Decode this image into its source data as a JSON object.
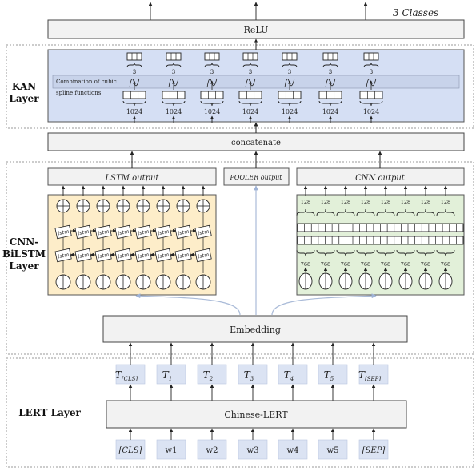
{
  "classes_label": "3 Classes",
  "relu_label": "ReLU",
  "concatenate_label": "concatenate",
  "kan_layer": {
    "title_line1": "KAN",
    "title_line2": "Layer",
    "note_line1": "Combination of cubic",
    "note_line2": "spline functions",
    "units": [
      {
        "dim_in": "1024",
        "dim_out": "3"
      },
      {
        "dim_in": "1024",
        "dim_out": "3"
      },
      {
        "dim_in": "1024",
        "dim_out": "3"
      },
      {
        "dim_in": "1024",
        "dim_out": "3"
      },
      {
        "dim_in": "1024",
        "dim_out": "3"
      },
      {
        "dim_in": "1024",
        "dim_out": "3"
      },
      {
        "dim_in": "1024",
        "dim_out": "3"
      }
    ]
  },
  "cnn_bilstm_layer": {
    "title_line1": "CNN-",
    "title_line2": "BiLSTM",
    "title_line3": "Layer",
    "lstm_output_label": "LSTM output",
    "pooler_output_label": "POOLER output",
    "cnn_output_label": "CNN output",
    "lstm_cell_label": "lstm",
    "cnn_top_dims": [
      "128",
      "128",
      "128",
      "128",
      "128",
      "128",
      "128",
      "128"
    ],
    "cnn_bottom_dims": [
      "768",
      "768",
      "768",
      "768",
      "768",
      "768",
      "768",
      "768"
    ]
  },
  "embedding_label": "Embedding",
  "lert_layer": {
    "title": "LERT Layer",
    "model_label": "Chinese-LERT",
    "outputs": [
      {
        "base": "T",
        "sub": "[CLS]"
      },
      {
        "base": "T",
        "sub": "1"
      },
      {
        "base": "T",
        "sub": "2"
      },
      {
        "base": "T",
        "sub": "3"
      },
      {
        "base": "T",
        "sub": "4"
      },
      {
        "base": "T",
        "sub": "5"
      },
      {
        "base": "T",
        "sub": "[SEP]"
      }
    ],
    "inputs": [
      "[CLS]",
      "w1",
      "w2",
      "w3",
      "w4",
      "w5",
      "[SEP]"
    ]
  },
  "colors": {
    "kan_fill": "#d5dff4",
    "lstm_fill": "#fdedc9",
    "cnn_fill": "#e2f0d9",
    "token_fill": "#dbe3f3",
    "box_fill": "#f2f2f2",
    "stroke": "#333333",
    "connector": "#aabbd8"
  }
}
